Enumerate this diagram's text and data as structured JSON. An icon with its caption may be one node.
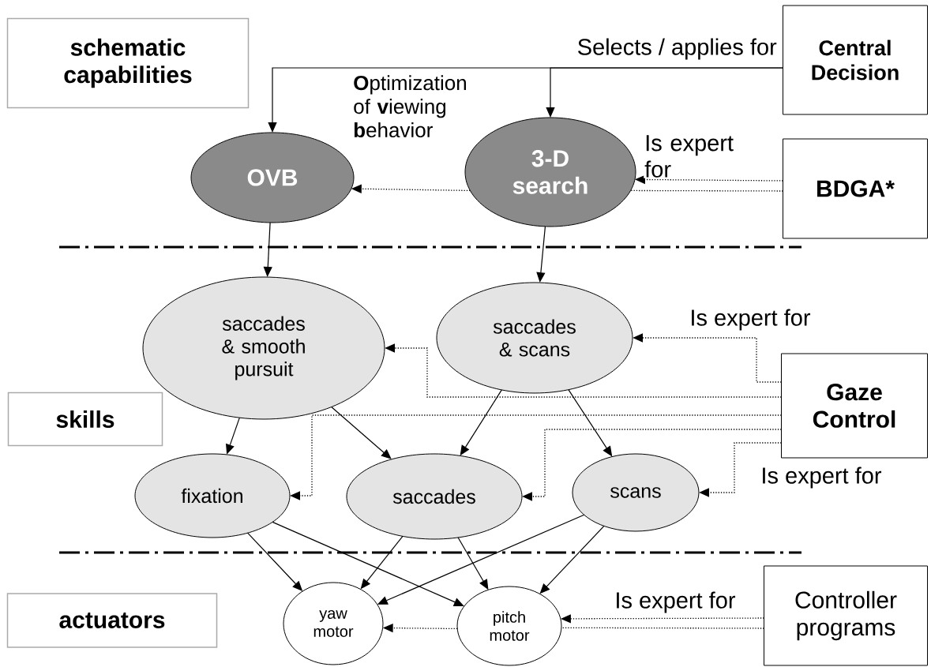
{
  "diagram": {
    "nodes": [
      {
        "text": [
          "schematic capabilities"
        ]
      },
      {
        "text": [
          "Central Decision"
        ]
      },
      {
        "text": [
          "BDGA*"
        ]
      },
      {
        "text": [
          "OVB"
        ],
        "beside": [
          "**O**ptimization of **v**iewing **b**ehavior"
        ]
      },
      {
        "text": [
          "3-D search"
        ]
      },
      {
        "text": [
          "saccades & smooth pursuit"
        ]
      },
      {
        "text": [
          "saccades & scans"
        ]
      },
      {
        "text": [
          "Gaze Control"
        ]
      },
      {
        "text": [
          "skills"
        ]
      },
      {
        "text": [
          "fixation"
        ]
      },
      {
        "text": [
          "saccades"
        ]
      },
      {
        "text": [
          "scans"
        ]
      },
      {
        "text": [
          "actuators"
        ]
      },
      {
        "text": [
          "yaw motor"
        ]
      },
      {
        "text": [
          "pitch motor"
        ]
      },
      {
        "text": [
          "Controller programs"
        ]
      }
    ],
    "edges": [
      {
        "from": 1,
        "to": 3,
        "arrow": "to",
        "label": "Selects / applies for"
      },
      {
        "from": 1,
        "to": 4,
        "arrow": "to"
      },
      {
        "from": 2,
        "to": 4,
        "arrow": "to",
        "style": "dashed",
        "label": "Is expert for"
      },
      {
        "from": 2,
        "to": 4,
        "arrow": "none",
        "style": "dashed"
      },
      {
        "from": 4,
        "to": 3,
        "arrow": "to",
        "style": "dashed"
      },
      {
        "from": 3,
        "to": 5,
        "arrow": "to"
      },
      {
        "from": 4,
        "to": 6,
        "arrow": "to"
      },
      {
        "from": 7,
        "to": 6,
        "arrow": "to",
        "style": "dashed",
        "label": "Is expert for"
      },
      {
        "from": 7,
        "to": 5,
        "arrow": "to",
        "style": "dashed"
      },
      {
        "from": 7,
        "to": 9,
        "arrow": "to",
        "style": "dashed"
      },
      {
        "from": 7,
        "to": 10,
        "arrow": "to",
        "style": "dashed"
      },
      {
        "from": 7,
        "to": 11,
        "arrow": "to",
        "style": "dashed",
        "label": "Is expert for"
      },
      {
        "from": 5,
        "to": 9,
        "arrow": "to"
      },
      {
        "from": 5,
        "to": 10,
        "arrow": "to"
      },
      {
        "from": 6,
        "to": 10,
        "arrow": "to"
      },
      {
        "from": 6,
        "to": 11,
        "arrow": "to"
      },
      {
        "from": 9,
        "to": 13,
        "arrow": "to"
      },
      {
        "from": 9,
        "to": 14,
        "arrow": "to"
      },
      {
        "from": 10,
        "to": 13,
        "arrow": "to"
      },
      {
        "from": 10,
        "to": 14,
        "arrow": "to"
      },
      {
        "from": 11,
        "to": 13,
        "arrow": "to"
      },
      {
        "from": 11,
        "to": 14,
        "arrow": "to"
      },
      {
        "from": 15,
        "to": 14,
        "arrow": "to",
        "style": "dashed",
        "label": "Is expert for"
      },
      {
        "from": 15,
        "to": 14,
        "arrow": "none",
        "style": "dashed"
      },
      {
        "from": 14,
        "to": 13,
        "arrow": "to",
        "style": "dashed"
      }
    ]
  }
}
